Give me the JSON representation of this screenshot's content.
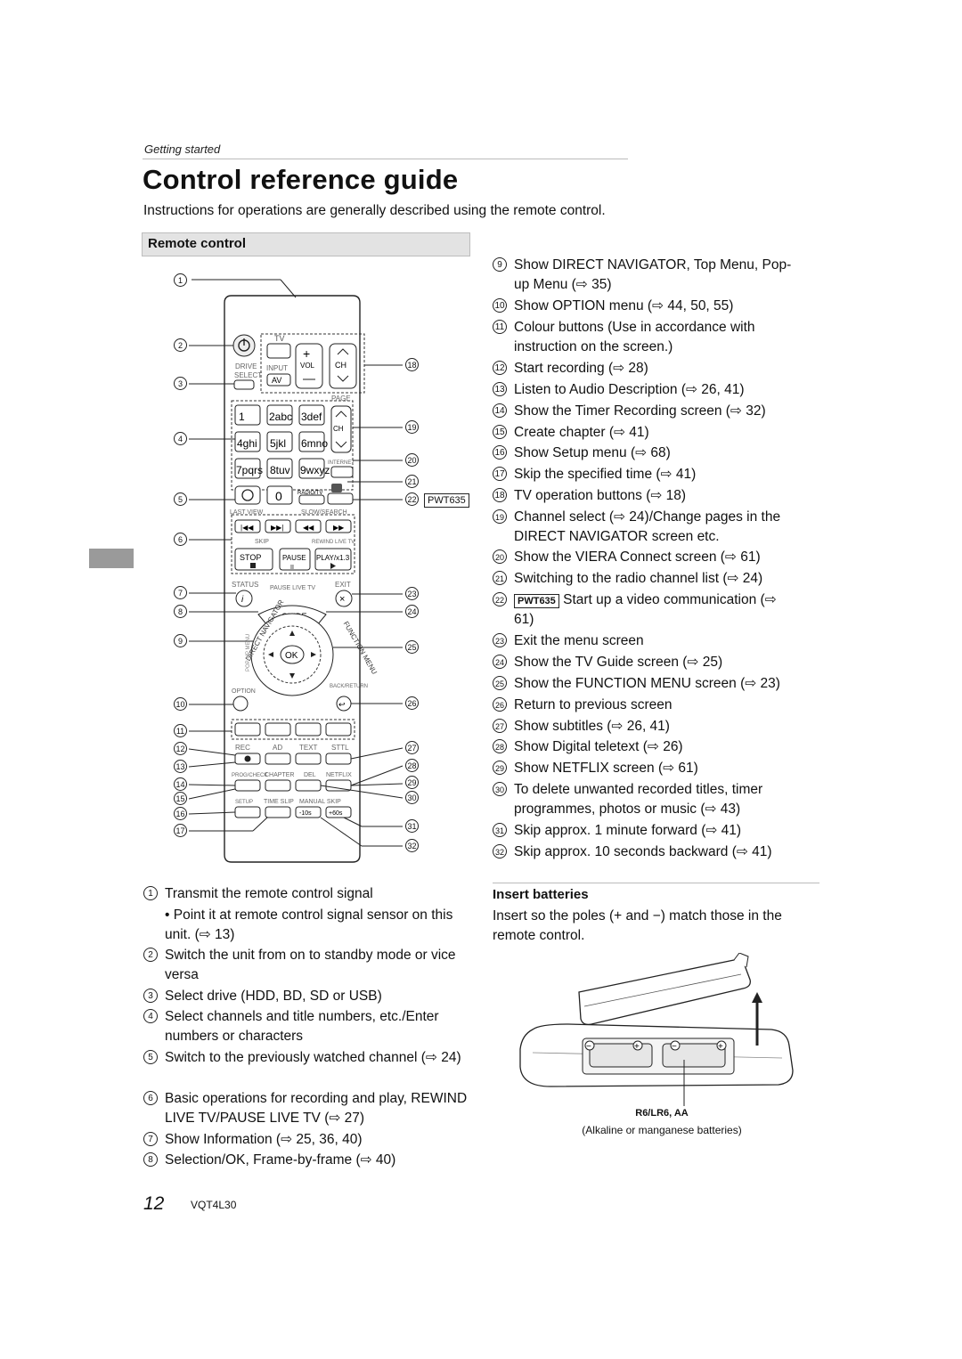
{
  "header": {
    "section": "Getting started",
    "title": "Control reference guide",
    "intro": "Instructions for operations are generally described using the remote control."
  },
  "remote_section": {
    "heading": "Remote control",
    "model_badge": "PWT635",
    "callouts": [
      "1",
      "2",
      "3",
      "4",
      "5",
      "6",
      "7",
      "8",
      "9",
      "10",
      "11",
      "12",
      "13",
      "14",
      "15",
      "16",
      "17",
      "18",
      "19",
      "20",
      "21",
      "22",
      "23",
      "24",
      "25",
      "26",
      "27",
      "28",
      "29",
      "30",
      "31",
      "32"
    ],
    "labels": {
      "tv": "TV",
      "drive": "DRIVE",
      "select": "SELECT",
      "input": "INPUT",
      "av": "AV",
      "vol": "VOL",
      "ch": "CH",
      "page": "PAGE",
      "k1": "1",
      "k2": "2abc",
      "k3": "3def",
      "k4": "4ghi",
      "k5": "5jkl",
      "k6": "6mno",
      "k7": "7pqrs",
      "k8": "8tuv",
      "k9": "9wxyz",
      "k0": "0",
      "internet": "INTERNET",
      "radio_tv": "RADIO/TV",
      "last_view": "LAST VIEW",
      "slow_search": "SLOW/SEARCH",
      "skip": "SKIP",
      "rewind_live": "REWIND LIVE TV",
      "stop": "STOP",
      "pause": "PAUSE",
      "play": "PLAY/x1.3",
      "status": "STATUS",
      "pause_live": "PAUSE LIVE TV",
      "exit": "EXIT",
      "guide": "GUIDE",
      "direct_navigator": "DIRECT NAVIGATOR",
      "function_menu": "FUNCTION MENU",
      "ok": "OK",
      "pop_up_menu": "POP-UP MENU",
      "option": "OPTION",
      "back_return": "BACK/RETURN",
      "rec": "REC",
      "ad": "AD",
      "text": "TEXT",
      "sttl": "STTL",
      "prog_check": "PROG/CHECK",
      "chapter": "CHAPTER",
      "del": "DEL",
      "netflix": "NETFLIX",
      "setup": "SETUP",
      "time_slip": "TIME SLIP",
      "manual_skip": "MANUAL SKIP",
      "minus10": "-10s",
      "plus60": "+60s"
    }
  },
  "left_items": [
    {
      "num": "1",
      "text": "Transmit the remote control signal"
    },
    {
      "num": "2",
      "text": "Switch the unit from on to standby mode or vice versa"
    },
    {
      "num": "3",
      "text": "Select drive (HDD, BD, SD or USB)"
    },
    {
      "num": "4",
      "text": "Select channels and title numbers, etc./Enter numbers or characters"
    },
    {
      "num": "5",
      "text": "Switch to the previously watched channel (⇨ 24)"
    },
    {
      "num": "6",
      "text": "Basic operations for recording and play, REWIND LIVE TV/PAUSE LIVE TV (⇨ 27)"
    },
    {
      "num": "7",
      "text": "Show Information (⇨ 25, 36, 40)"
    },
    {
      "num": "8",
      "text": "Selection/OK, Frame-by-frame (⇨ 40)"
    }
  ],
  "left_bullet": "• Point it at remote control signal sensor on this unit. (⇨ 13)",
  "right_items": [
    {
      "num": "9",
      "text": "Show DIRECT NAVIGATOR, Top Menu, Pop-up Menu (⇨ 35)"
    },
    {
      "num": "10",
      "text": "Show OPTION menu (⇨ 44, 50, 55)"
    },
    {
      "num": "11",
      "text": "Colour buttons (Use in accordance with instruction on the screen.)"
    },
    {
      "num": "12",
      "text": "Start recording (⇨ 28)"
    },
    {
      "num": "13",
      "text": "Listen to Audio Description (⇨ 26, 41)"
    },
    {
      "num": "14",
      "text": "Show the Timer Recording screen (⇨ 32)"
    },
    {
      "num": "15",
      "text": "Create chapter (⇨ 41)"
    },
    {
      "num": "16",
      "text": "Show Setup menu (⇨ 68)"
    },
    {
      "num": "17",
      "text": "Skip the specified time (⇨ 41)"
    },
    {
      "num": "18",
      "text": "TV operation buttons (⇨ 18)"
    },
    {
      "num": "19",
      "text": "Channel select (⇨ 24)/Change pages in the DIRECT NAVIGATOR screen etc."
    },
    {
      "num": "20",
      "text": "Show the VIERA Connect screen (⇨ 61)"
    },
    {
      "num": "21",
      "text": "Switching to the radio channel list (⇨ 24)"
    },
    {
      "num": "22",
      "badge": "PWT635",
      "text": "Start up a video communication (⇨ 61)"
    },
    {
      "num": "23",
      "text": "Exit the menu screen"
    },
    {
      "num": "24",
      "text": "Show the TV Guide screen (⇨ 25)"
    },
    {
      "num": "25",
      "text": "Show the FUNCTION MENU screen (⇨ 23)"
    },
    {
      "num": "26",
      "text": "Return to previous screen"
    },
    {
      "num": "27",
      "text": "Show subtitles (⇨ 26, 41)"
    },
    {
      "num": "28",
      "text": "Show Digital teletext (⇨ 26)"
    },
    {
      "num": "29",
      "text": "Show NETFLIX screen (⇨ 61)"
    },
    {
      "num": "30",
      "text": "To delete unwanted recorded titles, timer programmes, photos or music (⇨ 43)"
    },
    {
      "num": "31",
      "text": "Skip approx. 1 minute forward (⇨ 41)"
    },
    {
      "num": "32",
      "text": "Skip approx. 10 seconds backward (⇨ 41)"
    }
  ],
  "insert_batteries": {
    "heading": "Insert batteries",
    "text": "Insert so the poles (+ and −) match those in the remote control.",
    "caption_bold": "R6/LR6, AA",
    "caption": "(Alkaline or manganese batteries)"
  },
  "footer": {
    "page_number": "12",
    "doc_code": "VQT4L30"
  }
}
